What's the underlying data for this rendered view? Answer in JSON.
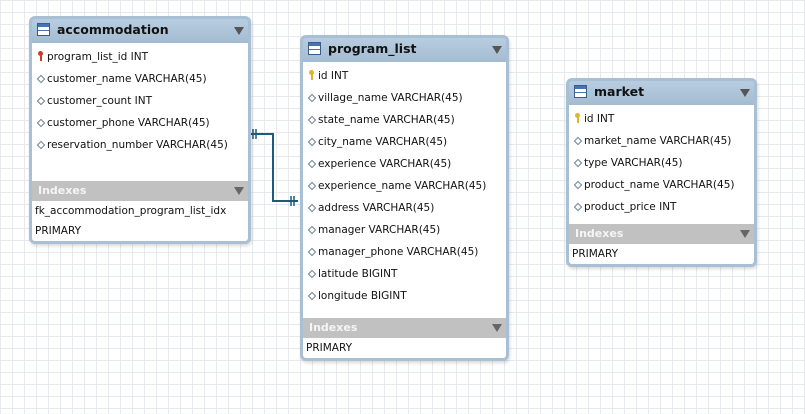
{
  "tables": [
    {
      "name": "accommodation",
      "columns": [
        {
          "icon": "foreign-key-icon",
          "text": "program_list_id INT"
        },
        {
          "icon": "diamond-icon",
          "text": "customer_name VARCHAR(45)"
        },
        {
          "icon": "diamond-icon",
          "text": "customer_count INT"
        },
        {
          "icon": "diamond-icon",
          "text": "customer_phone VARCHAR(45)"
        },
        {
          "icon": "diamond-icon",
          "text": "reservation_number VARCHAR(45)"
        }
      ],
      "indexes_label": "Indexes",
      "indexes": [
        "fk_accommodation_program_list_idx",
        "PRIMARY"
      ]
    },
    {
      "name": "program_list",
      "columns": [
        {
          "icon": "primary-key-icon",
          "text": "id INT"
        },
        {
          "icon": "diamond-icon",
          "text": "village_name VARCHAR(45)"
        },
        {
          "icon": "diamond-icon",
          "text": "state_name VARCHAR(45)"
        },
        {
          "icon": "diamond-icon",
          "text": "city_name VARCHAR(45)"
        },
        {
          "icon": "diamond-icon",
          "text": "experience VARCHAR(45)"
        },
        {
          "icon": "diamond-icon",
          "text": "experience_name VARCHAR(45)"
        },
        {
          "icon": "diamond-icon",
          "text": "address VARCHAR(45)"
        },
        {
          "icon": "diamond-icon",
          "text": "manager VARCHAR(45)"
        },
        {
          "icon": "diamond-icon",
          "text": "manager_phone VARCHAR(45)"
        },
        {
          "icon": "diamond-icon",
          "text": "latitude BIGINT"
        },
        {
          "icon": "diamond-icon",
          "text": "longitude BIGINT"
        }
      ],
      "indexes_label": "Indexes",
      "indexes": [
        "PRIMARY"
      ]
    },
    {
      "name": "market",
      "columns": [
        {
          "icon": "primary-key-icon",
          "text": "id INT"
        },
        {
          "icon": "diamond-icon",
          "text": "market_name VARCHAR(45)"
        },
        {
          "icon": "diamond-icon",
          "text": "type VARCHAR(45)"
        },
        {
          "icon": "diamond-icon",
          "text": "product_name VARCHAR(45)"
        },
        {
          "icon": "diamond-icon",
          "text": "product_price INT"
        }
      ],
      "indexes_label": "Indexes",
      "indexes": [
        "PRIMARY"
      ]
    }
  ],
  "relationships": [
    {
      "from": "accommodation",
      "to": "program_list",
      "type": "one-to-one",
      "color": "#1f5a7a"
    }
  ]
}
